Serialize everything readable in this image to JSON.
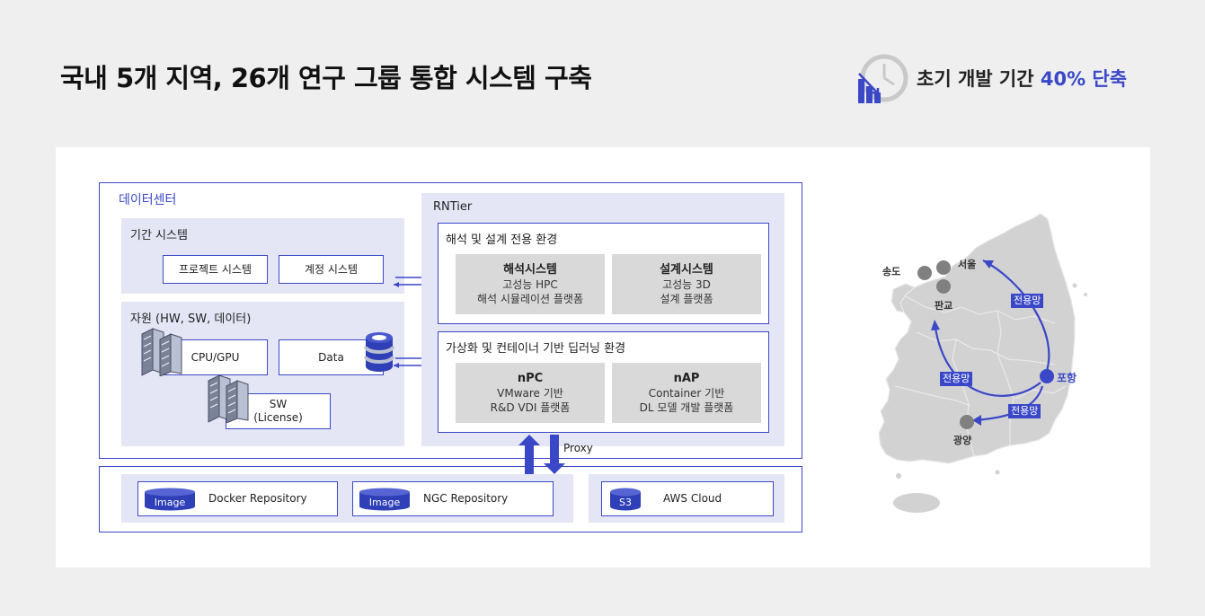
{
  "header": {
    "title": "국내 5개 지역, 26개 연구 그룹 통합 시스템 구축",
    "badge_prefix": "초기 개발 기간",
    "badge_highlight": "40% 단축"
  },
  "datacenter": {
    "title": "데이터센터",
    "core": {
      "title": "기간 시스템",
      "items": [
        "프로젝트 시스템",
        "계정 시스템"
      ]
    },
    "resources": {
      "title": "자원 (HW, SW, 데이터)",
      "cpu": "CPU/GPU",
      "data": "Data",
      "sw_line1": "SW",
      "sw_line2": "(License)"
    },
    "rntier": {
      "title": "RNTier",
      "analysis": {
        "title": "해석 및 설계 전용 환경",
        "cards": [
          {
            "name": "해석시스템",
            "line1": "고성능 HPC",
            "line2": "해석 시뮬레이션 플랫폼"
          },
          {
            "name": "설계시스템",
            "line1": "고성능 3D",
            "line2": "설계 플랫폼"
          }
        ]
      },
      "dl": {
        "title": "가상화 및 컨테이너 기반 딥러닝 환경",
        "cards": [
          {
            "name": "nPC",
            "line1": "VMware 기반",
            "line2": "R&D VDI 플랫폼"
          },
          {
            "name": "nAP",
            "line1": "Container 기반",
            "line2": "DL 모델 개발 플랫폼"
          }
        ]
      }
    },
    "proxy": "Proxy",
    "repos": [
      {
        "tag": "Image",
        "name": "Docker Repository"
      },
      {
        "tag": "Image",
        "name": "NGC Repository"
      },
      {
        "tag": "S3",
        "name": "AWS Cloud"
      }
    ]
  },
  "map": {
    "cities": {
      "songdo": "송도",
      "seoul": "서울",
      "pangyo": "판교",
      "pohang": "포항",
      "gwangyang": "광양"
    },
    "link_label": "전용망",
    "colors": {
      "hub": "#3a48c8",
      "city": "#808080",
      "land": "#d2d2d2"
    }
  },
  "colors": {
    "accent": "#3a48c8",
    "shade": "#e4e6f6",
    "card": "#d9d9d9"
  }
}
